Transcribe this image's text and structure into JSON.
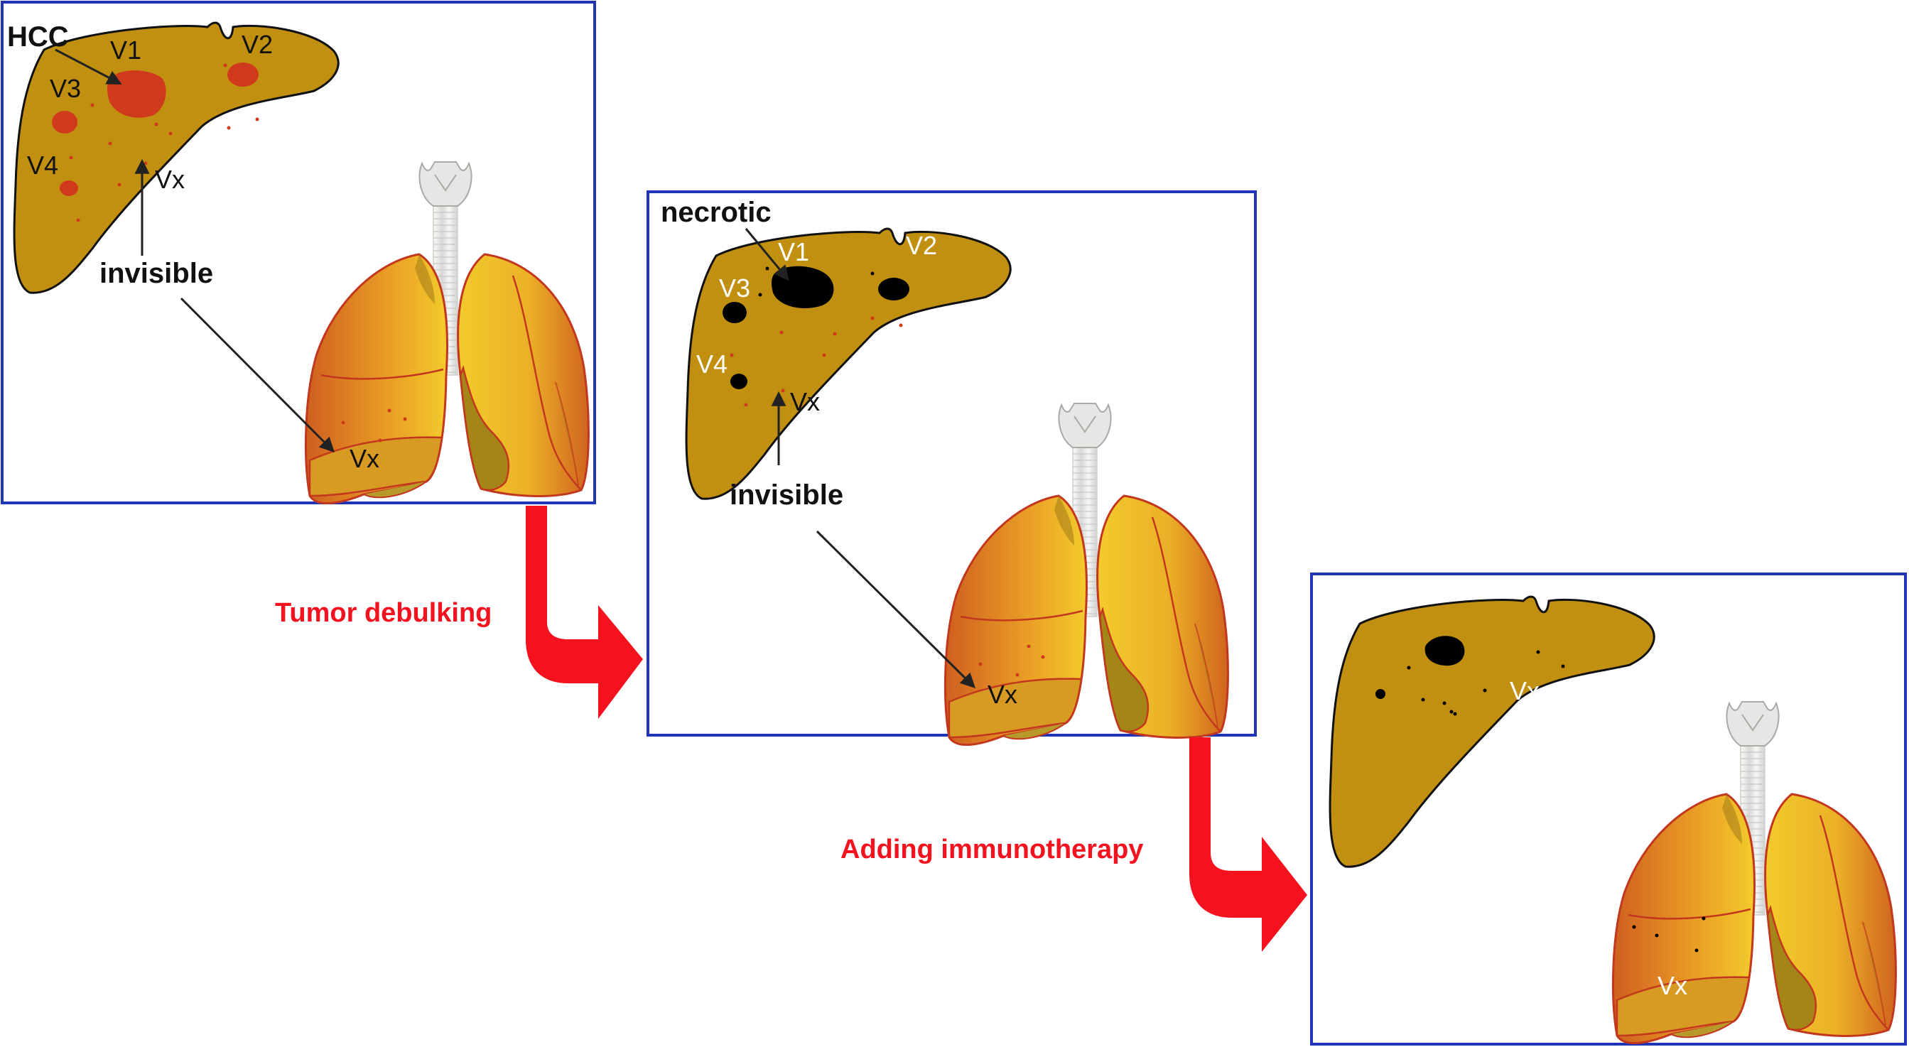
{
  "colors": {
    "frame": "#1f35b5",
    "liver": "#c29010",
    "liver_outline": "#111111",
    "tumor": "#d03a1c",
    "necrotic": "#000000",
    "lung_light": "#f2c92c",
    "lung_dark": "#d1661e",
    "lung_outline": "#c2371d",
    "trachea": "#eeeeec",
    "arrow": "#f5121f",
    "label_dark": "#111111",
    "label_light": "#ffffff"
  },
  "panels": {
    "panel1": {
      "hcc": "HCC",
      "v1": "V1",
      "v2": "V2",
      "v3": "V3",
      "v4": "V4",
      "vx_liver": "Vx",
      "invisible": "invisible",
      "vx_lung": "Vx"
    },
    "panel2": {
      "necrotic": "necrotic",
      "v1": "V1",
      "v2": "V2",
      "v3": "V3",
      "v4": "V4",
      "vx_liver": "Vx",
      "invisible": "invisible",
      "vx_lung": "Vx"
    },
    "panel3": {
      "vx_liver": "Vx",
      "vx_lung": "Vx"
    }
  },
  "transitions": {
    "step1": "Tumor debulking",
    "step2": "Adding immunotherapy"
  }
}
